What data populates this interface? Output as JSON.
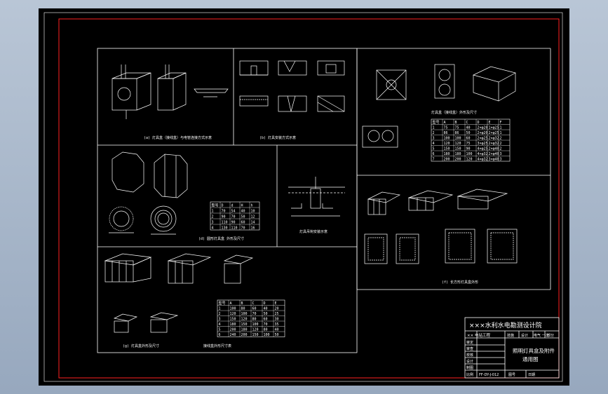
{
  "title_block": {
    "institute": "×××水利水电勘测设计院",
    "project": "×× 电站工程",
    "phase_cells": [
      "技施",
      "设计",
      "电气 一次",
      "部分"
    ],
    "drawing_title_line1": "照明灯具盒及附件",
    "drawing_title_line2": "通用图",
    "roles": [
      "审定",
      "审查",
      "校核",
      "设计",
      "制图"
    ],
    "extra_labels": [
      "比例",
      "日期",
      "图号"
    ],
    "drawing_no": "FF-DY-J-012"
  },
  "panels": {
    "p1_caption": "(a) 灯具盒（接线盒）与电管连接方式示意",
    "p2_caption": "(b) 灯具安装方式示意",
    "p3_caption": "灯具盒（接线盒）外形及尺寸",
    "p4_caption": "(d) 圆形灯具盒 外形及尺寸",
    "p5_caption": "灯具吊钩安装示意",
    "p6_caption": "(f) 长方形灯具盒外形",
    "p7_caption": "(g) 灯具盒外形及尺寸",
    "p8_caption": "接线盒外形尺寸表"
  },
  "tables": {
    "t1_header": [
      "型号",
      "A",
      "B",
      "C",
      "D",
      "E",
      "F"
    ],
    "t1_rows": [
      [
        "1",
        "75",
        "75",
        "40",
        "2×φ20",
        "1×φ25",
        "1"
      ],
      [
        "2",
        "86",
        "86",
        "50",
        "2×φ20",
        "2×φ25",
        "1"
      ],
      [
        "3",
        "100",
        "100",
        "60",
        "2×φ25",
        "2×φ32",
        "2"
      ],
      [
        "4",
        "120",
        "120",
        "75",
        "3×φ25",
        "2×φ32",
        "2"
      ],
      [
        "5",
        "150",
        "150",
        "90",
        "4×φ25",
        "2×φ40",
        "2"
      ],
      [
        "6",
        "180",
        "180",
        "100",
        "4×φ32",
        "2×φ40",
        "3"
      ],
      [
        "7",
        "200",
        "200",
        "120",
        "4×φ32",
        "3×φ40",
        "3"
      ]
    ],
    "t2_header": [
      "型号",
      "D",
      "d",
      "H",
      "h"
    ],
    "t2_rows": [
      [
        "1",
        "70",
        "54",
        "40",
        "10"
      ],
      [
        "2",
        "90",
        "70",
        "50",
        "12"
      ],
      [
        "3",
        "110",
        "90",
        "60",
        "14"
      ],
      [
        "4",
        "130",
        "110",
        "70",
        "16"
      ]
    ],
    "t3_header": [
      "型号",
      "A",
      "B",
      "C",
      "D",
      "E"
    ],
    "t3_rows": [
      [
        "1",
        "100",
        "80",
        "60",
        "40",
        "20"
      ],
      [
        "2",
        "120",
        "100",
        "70",
        "50",
        "25"
      ],
      [
        "3",
        "150",
        "120",
        "80",
        "60",
        "30"
      ],
      [
        "4",
        "180",
        "150",
        "100",
        "70",
        "35"
      ],
      [
        "5",
        "200",
        "180",
        "120",
        "80",
        "40"
      ],
      [
        "6",
        "240",
        "200",
        "150",
        "100",
        "50"
      ]
    ]
  },
  "colors": {
    "background": "#000000",
    "frame": "#ff2020",
    "lines": "#ffffff",
    "window": "#aab8cb"
  }
}
